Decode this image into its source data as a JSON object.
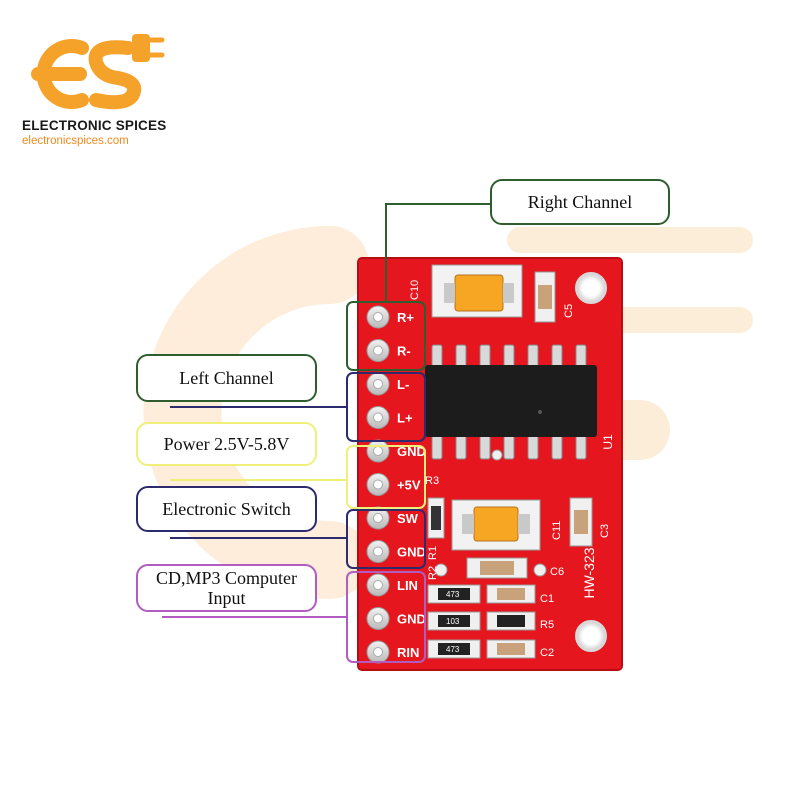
{
  "brand": {
    "logo_letters": "ES",
    "name": "ELECTRONIC SPICES",
    "website": "electronicspices.com",
    "logo_color": "#f5a22a"
  },
  "board": {
    "model": "HW-323",
    "color": "#e5161d",
    "chip_label": "U1",
    "component_labels": [
      "C10",
      "C5",
      "R3",
      "C11",
      "C3",
      "C6",
      "C1",
      "R5",
      "C2",
      "R1",
      "R2"
    ],
    "pins": [
      "R+",
      "R-",
      "L-",
      "L+",
      "GND",
      "+5V",
      "SW",
      "GND",
      "LIN",
      "GND",
      "RIN"
    ],
    "resistor_codes": [
      "473",
      "103",
      "473"
    ]
  },
  "callouts": {
    "right_channel": {
      "label": "Right Channel",
      "color": "#2e5e2e"
    },
    "left_channel": {
      "label": "Left Channel",
      "color": "#2e5e2e"
    },
    "power": {
      "label": "Power 2.5V-5.8V",
      "color": "#eef07a"
    },
    "switch": {
      "label": "Electronic Switch",
      "color": "#2d2a6e"
    },
    "input": {
      "label_line1": "CD,MP3 Computer",
      "label_line2": "Input",
      "color": "#b05cc0"
    }
  },
  "group_colors": {
    "right": "#2e5e2e",
    "left": "#2d2a6e",
    "power": "#eef07a",
    "switch": "#2d2a6e",
    "input": "#b05cc0"
  }
}
